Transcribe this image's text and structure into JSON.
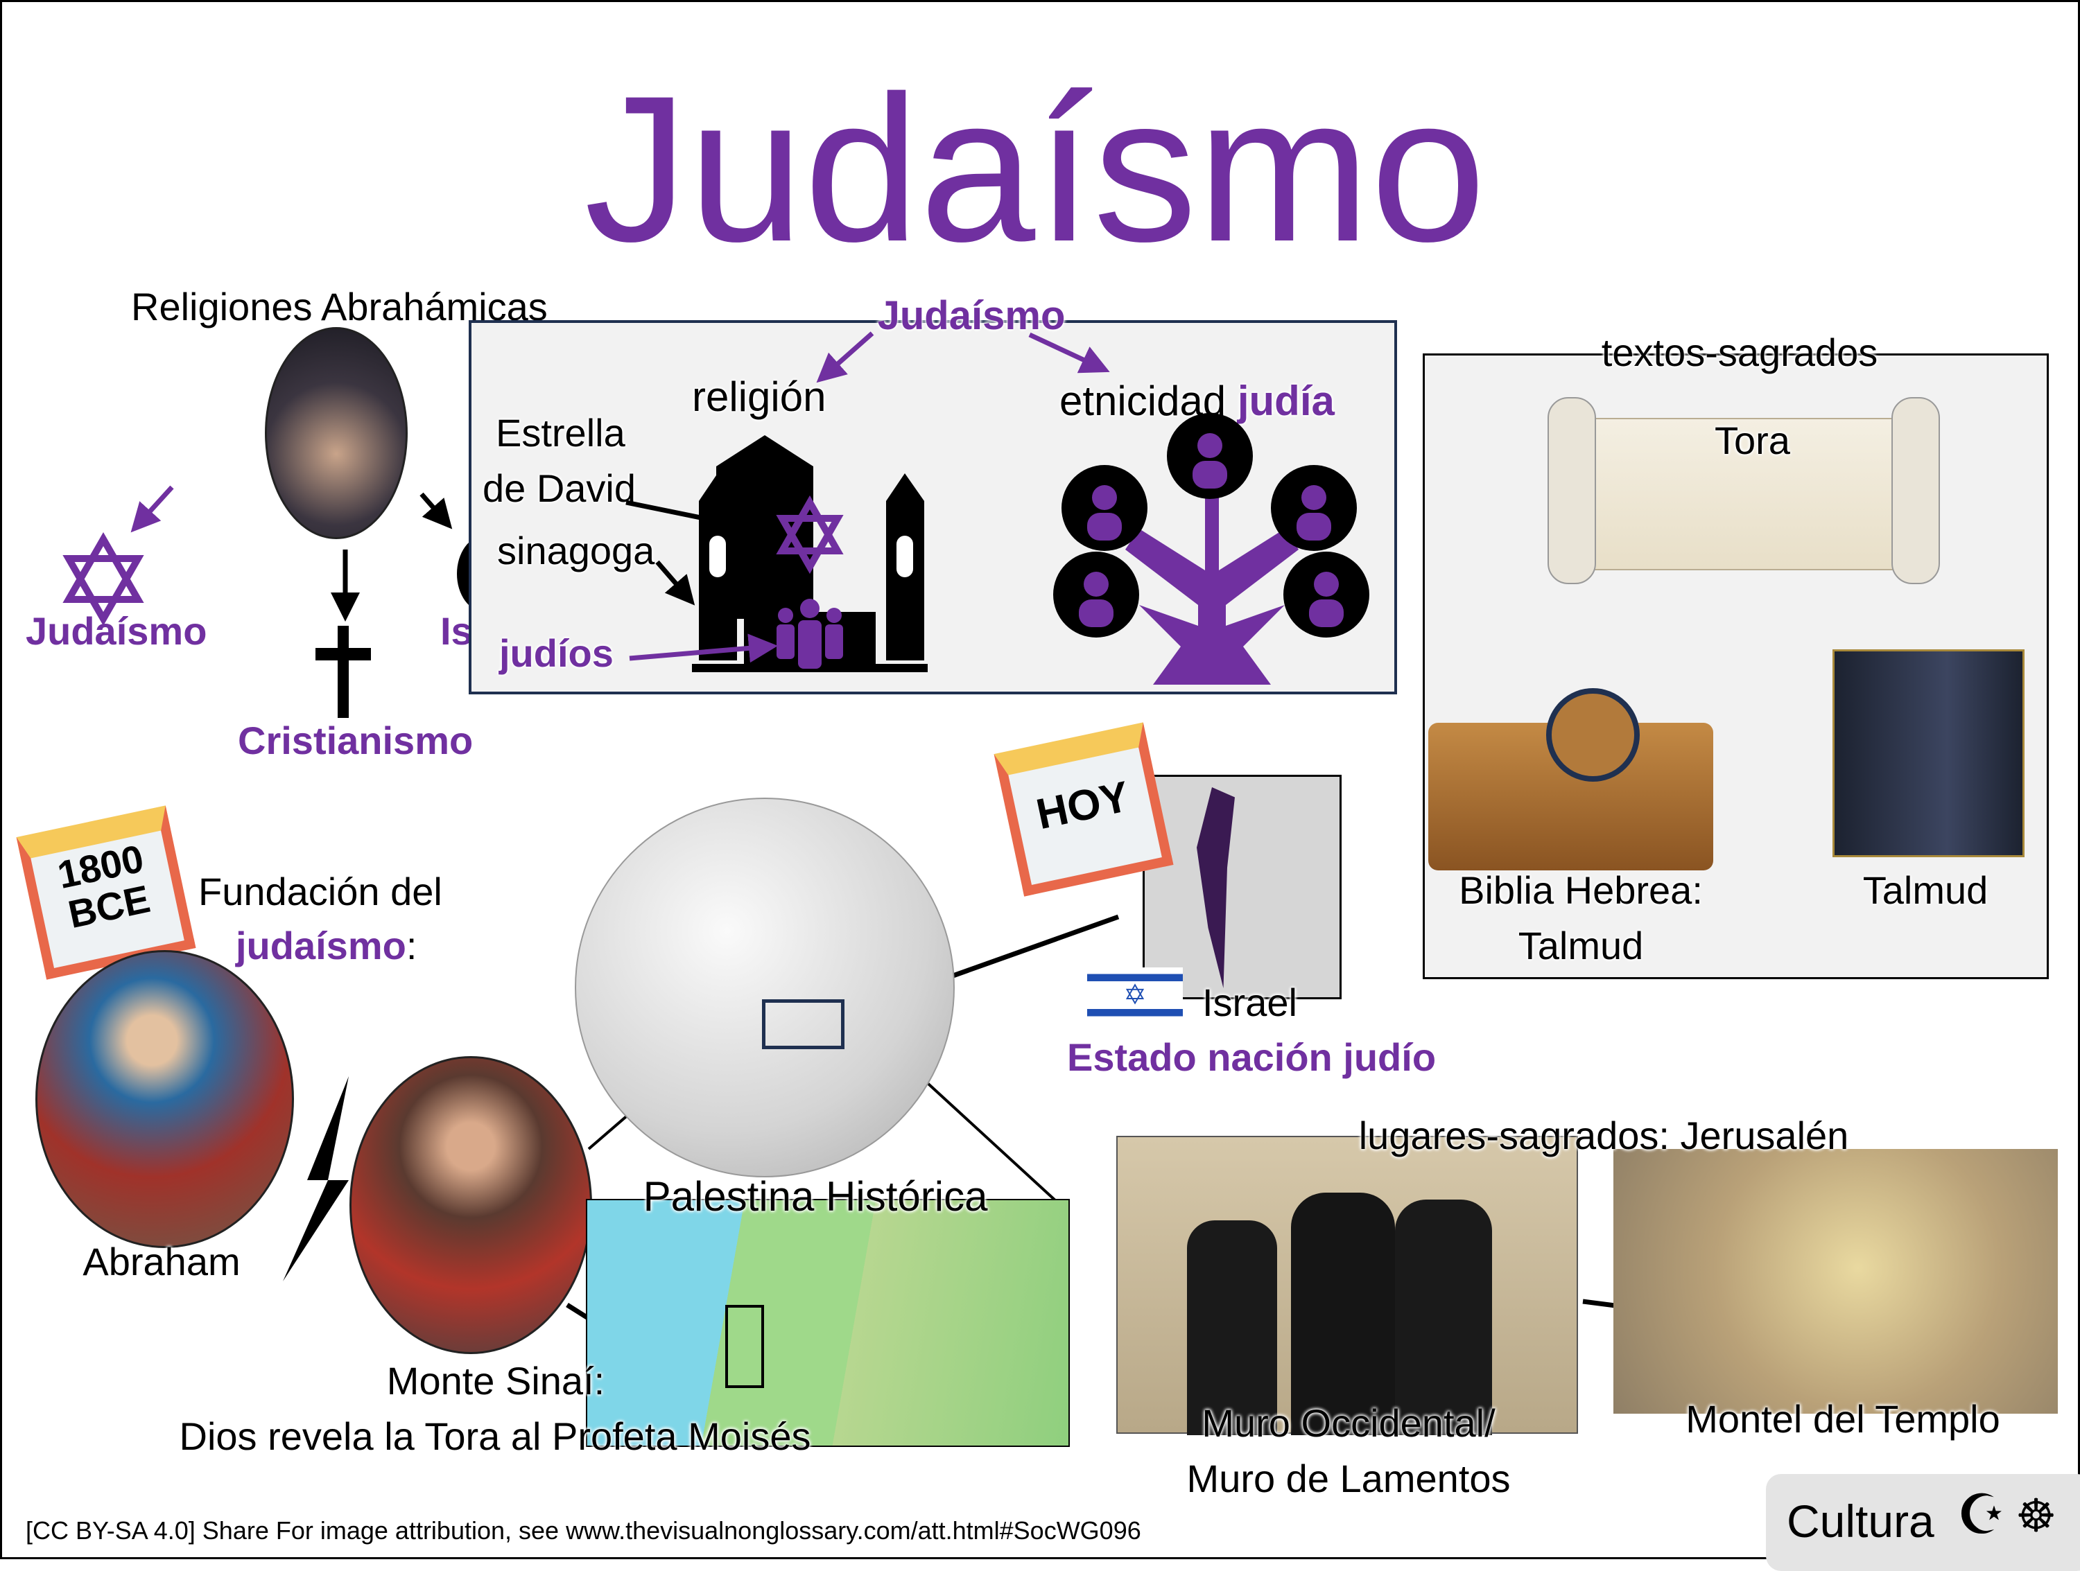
{
  "title": "Judaísmo",
  "abrahamic": {
    "heading": "Religiones Abrahámicas",
    "judaismo": "Judaísmo",
    "cristianismo": "Cristianismo",
    "islam_partial": "Is"
  },
  "panel": {
    "label": "Judaísmo",
    "religion": "religión",
    "etnicidad": "etnicidad",
    "judia": "judía",
    "estrella1": "Estrella",
    "estrella2": "de David",
    "sinagoga": "sinagoga",
    "judios": "judíos"
  },
  "texts": {
    "label": "textos-sagrados",
    "tora": "Tora",
    "biblia1": "Biblia Hebrea:",
    "biblia2": "Talmud",
    "talmud": "Talmud"
  },
  "founding": {
    "calendar": [
      "1800",
      "BCE"
    ],
    "line1": "Fundación del",
    "line2": "judaísmo",
    ":": ":",
    "abraham": "Abraham",
    "sinai1": "Monte Sinaí:",
    "sinai2": "Dios revela la Tora al Profeta Moisés",
    "palestina": "Palestina Histórica"
  },
  "israel": {
    "calendar": "HOY",
    "name": "Israel",
    "state": "Estado nación judío"
  },
  "places": {
    "label": "lugares-sagrados: Jerusalén",
    "muro1": "Muro Occidental/",
    "muro2": "Muro de Lamentos",
    "monte": "Montel del Templo"
  },
  "footer": {
    "attribution": "[CC BY-SA 4.0] Share For image attribution, see www.thevisualnonglossary.com/att.html#SocWG096",
    "badge": "Cultura"
  },
  "colors": {
    "purple": "#7030A0",
    "panel": "#f2f2f2",
    "navy": "#1f3050"
  }
}
